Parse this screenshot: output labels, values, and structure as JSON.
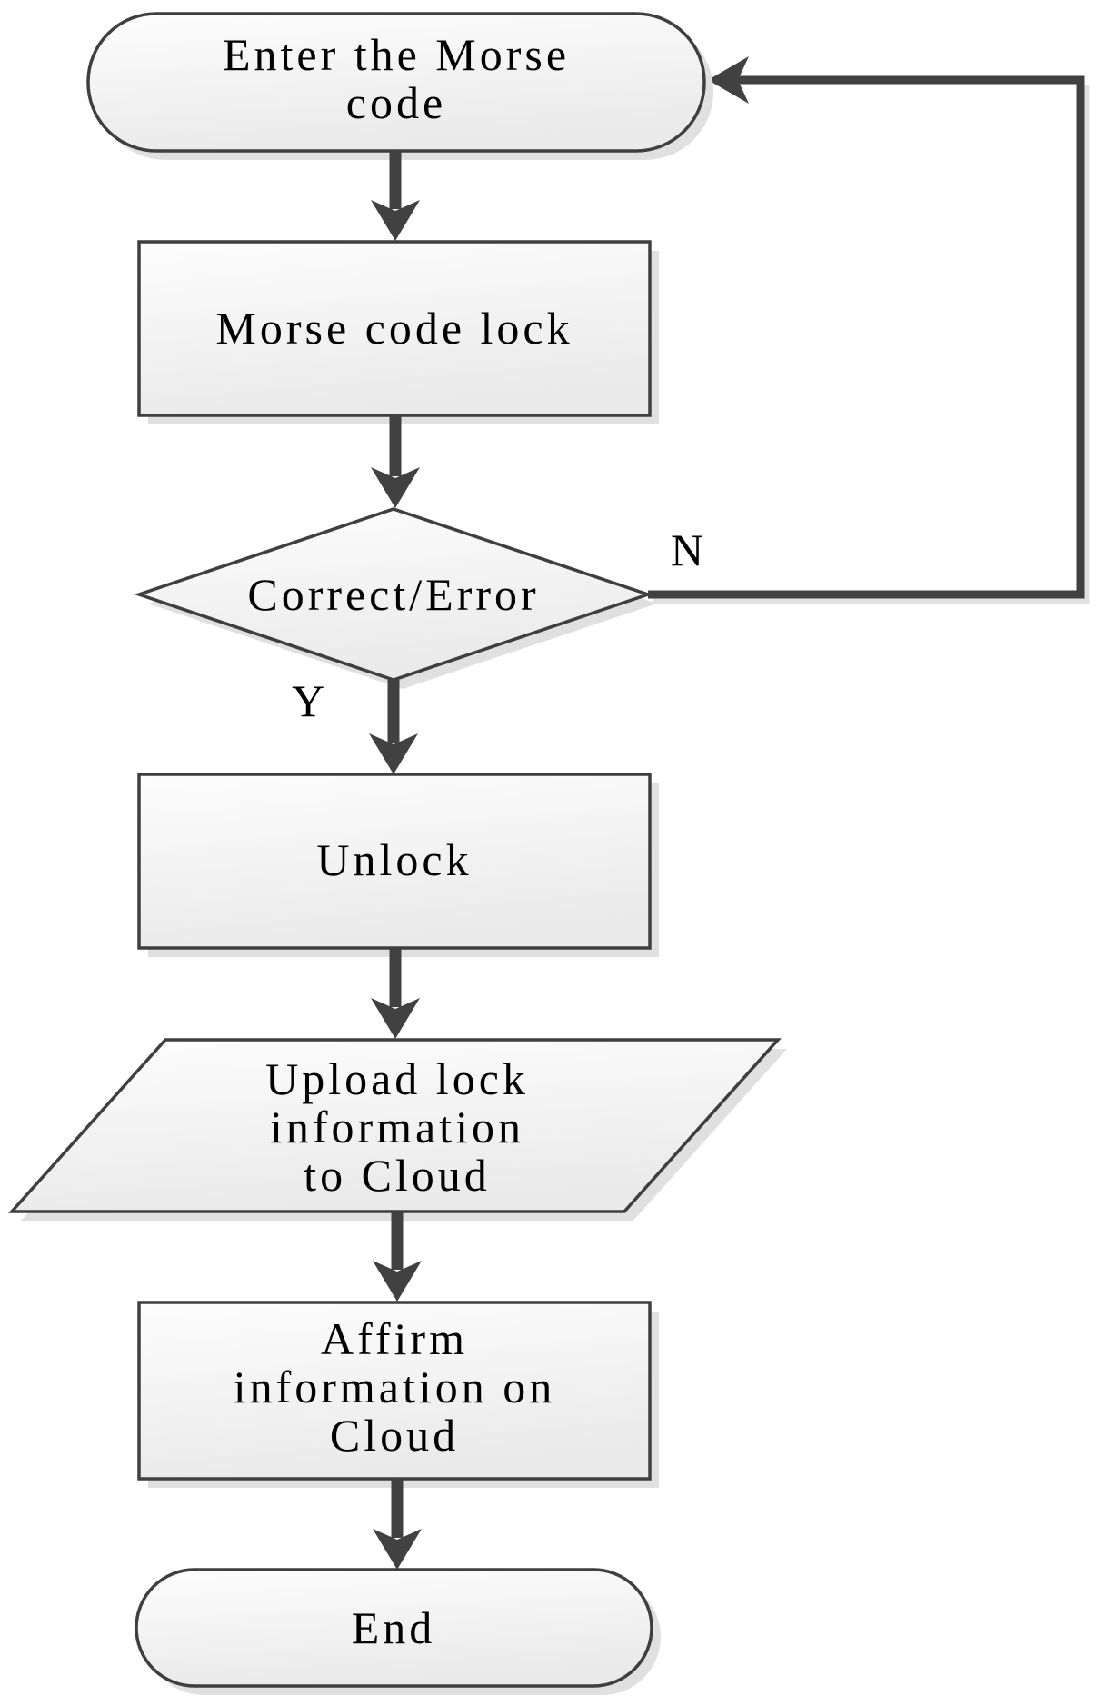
{
  "flowchart": {
    "nodes": {
      "start": {
        "shape": "terminator",
        "lines": [
          "Enter the Morse",
          "code"
        ]
      },
      "morse_lock": {
        "shape": "process",
        "lines": [
          "Morse code lock"
        ]
      },
      "check": {
        "shape": "decision",
        "lines": [
          "Correct/Error"
        ]
      },
      "unlock": {
        "shape": "process",
        "lines": [
          "Unlock"
        ]
      },
      "upload": {
        "shape": "data-parallelogram",
        "lines": [
          "Upload lock",
          "information",
          "to Cloud"
        ]
      },
      "affirm": {
        "shape": "process",
        "lines": [
          "Affirm",
          "information on",
          "Cloud"
        ]
      },
      "end": {
        "shape": "terminator",
        "lines": [
          "End"
        ]
      }
    },
    "edges": {
      "no_label": "N",
      "yes_label": "Y"
    },
    "colors": {
      "border-color": "#3f3f3f",
      "arrow-color": "#414141",
      "shadow-color": "#e0e0e0",
      "text-color": "#000000",
      "fill-top": "#fdfdfd",
      "fill-bottom": "#eaeaea"
    }
  }
}
